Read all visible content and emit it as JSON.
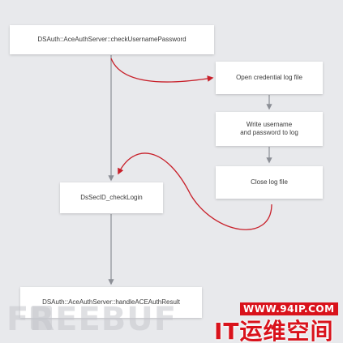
{
  "nodes": {
    "check_username_password": "DSAuth::AceAuthServer::checkUsernamePassword",
    "open_log": "Open credential log file",
    "write_log": "Write username\nand password to log",
    "close_log": "Close log file",
    "check_login": "DsSecID_checkLogin",
    "handle_result": "DSAuth::AceAuthServer::handleACEAuthResult"
  },
  "colors": {
    "background": "#e8e9ec",
    "box": "#ffffff",
    "arrow_gray": "#8c8f96",
    "arrow_red": "#c8202a"
  },
  "watermark": {
    "left_text": "FREEBUF",
    "url": "WWW.94IP.COM",
    "brand": "IT运维空间"
  }
}
